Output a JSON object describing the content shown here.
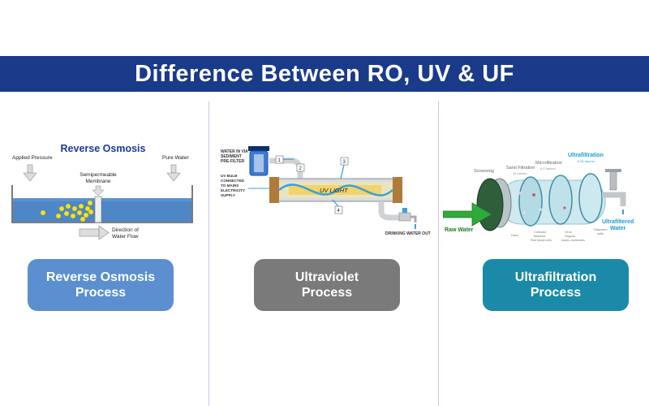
{
  "title": "Difference Between RO, UV & UF",
  "colors": {
    "banner": "#1a3a8a",
    "ro_button": "#5b8fd0",
    "uv_button": "#7a7a7a",
    "uf_button": "#1a8aa8"
  },
  "ro": {
    "diagram_title": "Reverse Osmosis",
    "applied_pressure": "Applied Pressure",
    "pure_water": "Pure Water",
    "membrane_line1": "Semipermeable",
    "membrane_line2": "Membrane",
    "flow_line1": "Direction of",
    "flow_line2": "Water Flow",
    "button_line1": "Reverse Osmosis",
    "button_line2": "Process"
  },
  "uv": {
    "water_in_1": "WATER IN VIA",
    "water_in_2": "SEDIMENT",
    "water_in_3": "PRE-FILTER",
    "bulb_1": "UV BULB",
    "bulb_2": "CONNECTED",
    "bulb_3": "TO MAINS",
    "bulb_4": "ELECTRICITY",
    "bulb_5": "SUPPLY",
    "uv_light": "UV LIGHT",
    "drinking_out": "DRINKING WATER OUT",
    "step1": "1",
    "step2": "2",
    "step3": "3",
    "step4": "4",
    "button_line1": "Ultraviolet",
    "button_line2": "Process"
  },
  "uf": {
    "screening": "Screening",
    "sand_filtration": "Sand Filtration",
    "sand_sub": "10 micron",
    "microfiltration": "Microfiltration",
    "micro_sub": "0.1 micron",
    "ultrafiltration": "Ultrafiltration",
    "ultra_sub": "0.01 micron",
    "raw_water": "Raw Water",
    "ultrafiltered_1": "Ultrafiltered",
    "ultrafiltered_2": "Water",
    "bottom_hairs": "Hairs",
    "bottom_bacteria_1": "Colloidal",
    "bottom_bacteria_2": "Bacteria",
    "bottom_bacteria_3": "Red blood cells",
    "bottom_virus_1": "Virus",
    "bottom_virus_2": "Organic",
    "bottom_virus_3": "macro-molecules",
    "bottom_dissolved_1": "Dissolved",
    "bottom_dissolved_2": "salts",
    "button_line1": "Ultrafiltration",
    "button_line2": "Process"
  }
}
